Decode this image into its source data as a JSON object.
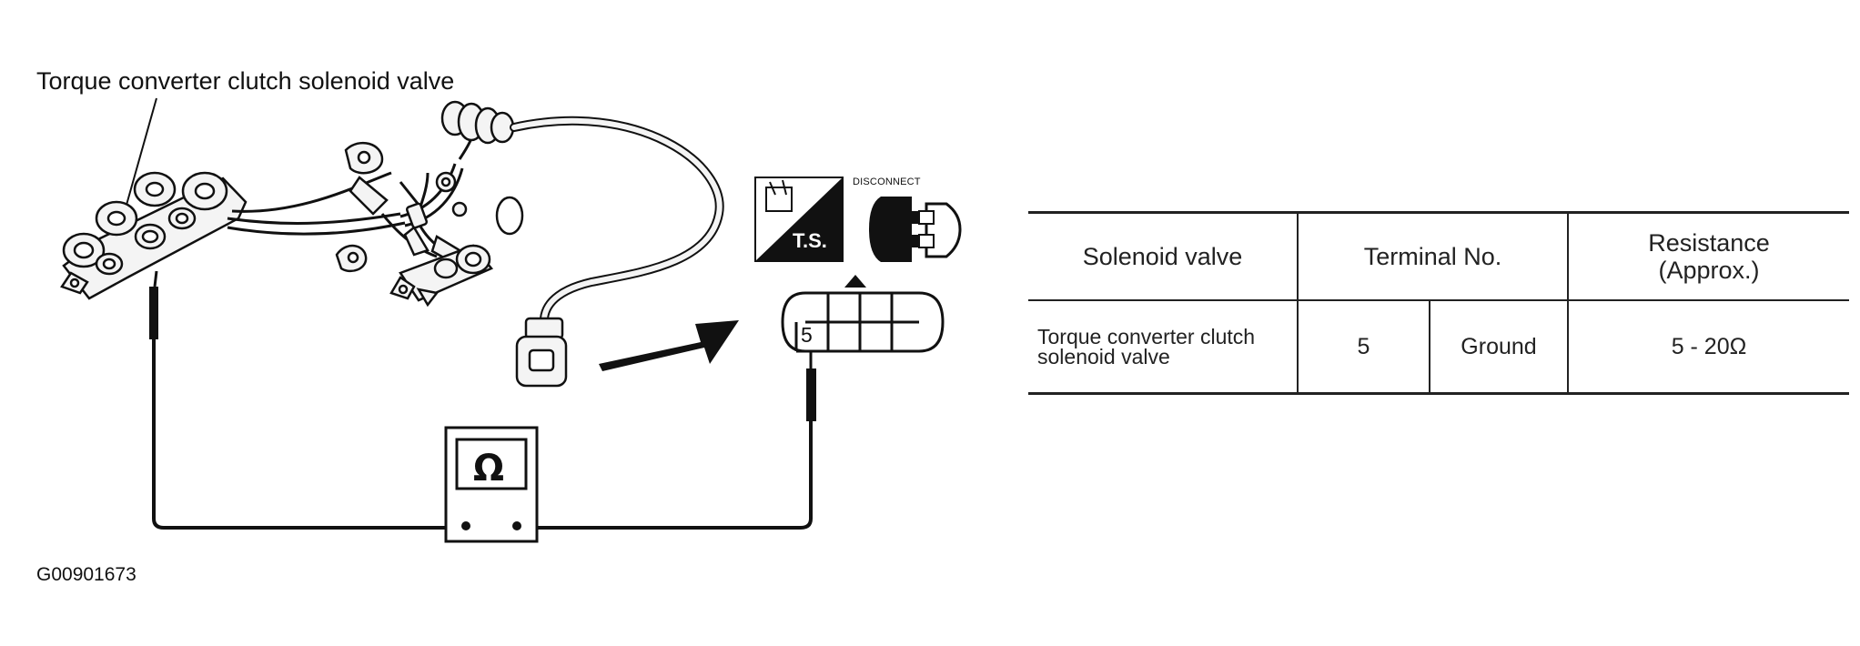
{
  "diagram": {
    "callout_label": "Torque converter clutch solenoid valve",
    "figure_id": "G00901673",
    "disconnect_label": "DISCONNECT",
    "ts_label": "T.S.",
    "connector_pin_label": "5",
    "ohmmeter_symbol": "Ω",
    "icons": [
      "ohmmeter-icon",
      "terminal-service-icon",
      "disconnect-connector-icon",
      "arrow-right-icon",
      "arrow-up-icon"
    ]
  },
  "spec_table": {
    "headers": {
      "solenoid_valve": "Solenoid valve",
      "terminal_no": "Terminal No.",
      "resistance": "Resistance\n(Approx.)"
    },
    "rows": [
      {
        "valve": "Torque converter clutch solenoid valve",
        "terminal_a": "5",
        "terminal_b": "Ground",
        "resistance": "5 - 20Ω"
      }
    ]
  }
}
